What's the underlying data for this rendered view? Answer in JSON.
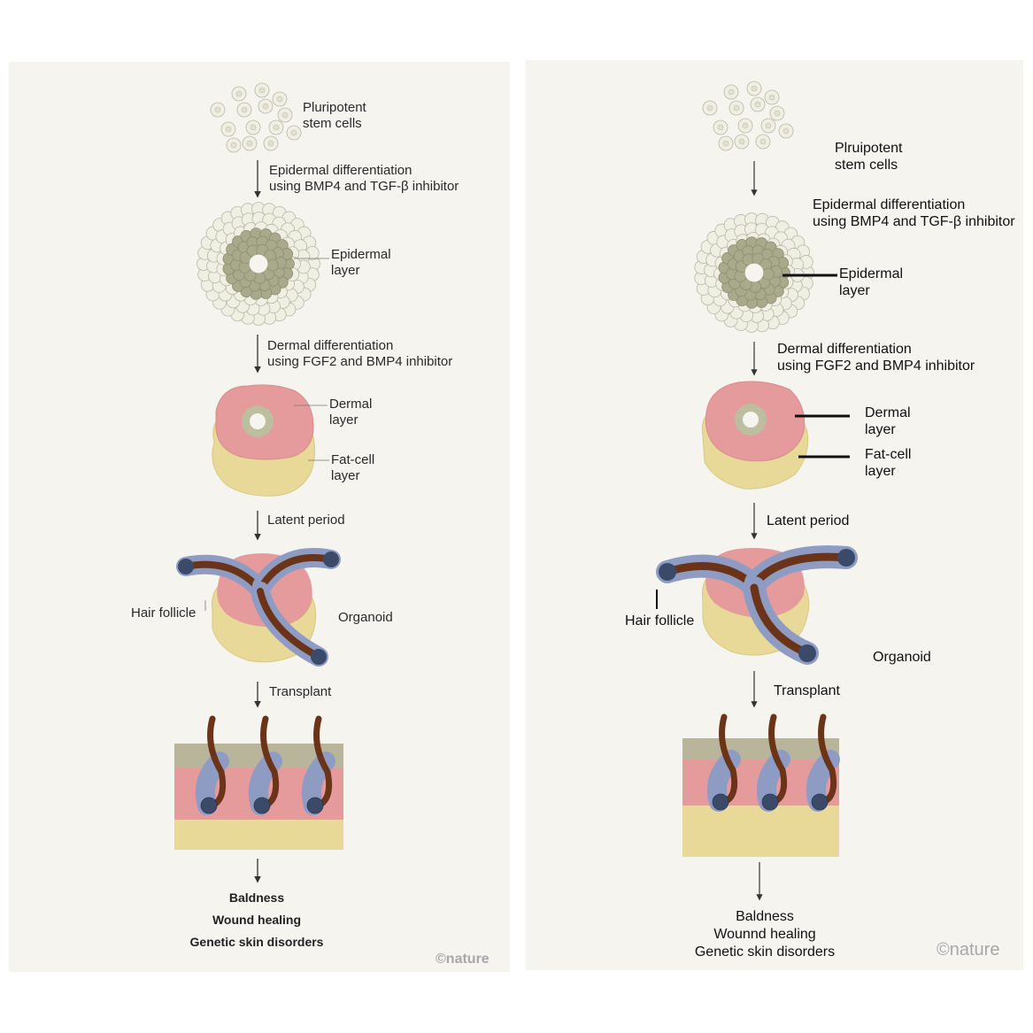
{
  "left": {
    "stem_cells": "Pluripotent\nstem cells",
    "step1": "Epidermal differentiation\nusing BMP4 and TGF-β inhibitor",
    "epidermal_layer": "Epidermal\nlayer",
    "step2": "Dermal differentiation\nusing FGF2 and BMP4 inhibitor",
    "dermal_layer": "Dermal\nlayer",
    "fat_layer": "Fat-cell\nlayer",
    "step3": "Latent period",
    "hair_follicle": "Hair follicle",
    "organoid": "Organoid",
    "step4": "Transplant",
    "outcomes": [
      "Baldness",
      "Wound healing",
      "Genetic skin disorders"
    ],
    "credit": "©nature"
  },
  "right": {
    "stem_cells": "Plruipotent\nstem cells",
    "step1": "Epidermal differentiation\nusing BMP4 and TGF-β inhibitor",
    "epidermal_layer": "Epidermal\nlayer",
    "step2": "Dermal differentiation\nusing FGF2 and BMP4 inhibitor",
    "dermal_layer": "Dermal\nlayer",
    "fat_layer": "Fat-cell\nlayer",
    "step3": "Latent period",
    "hair_follicle": "Hair follicle",
    "organoid": "Organoid",
    "step4": "Transplant",
    "outcomes": [
      "Baldness",
      "Wounnd healing",
      "Genetic skin disorders"
    ],
    "credit": "©nature"
  },
  "colors": {
    "background": "#f5f4ef",
    "stem_cell": "#f0efe3",
    "epidermal": "#a9a98c",
    "dermal": "#e59a9c",
    "fat": "#e8d998",
    "follicle_sheath": "#8e9cc4",
    "hair_shaft": "#6b3418",
    "bulb": "#3c4a6a"
  }
}
